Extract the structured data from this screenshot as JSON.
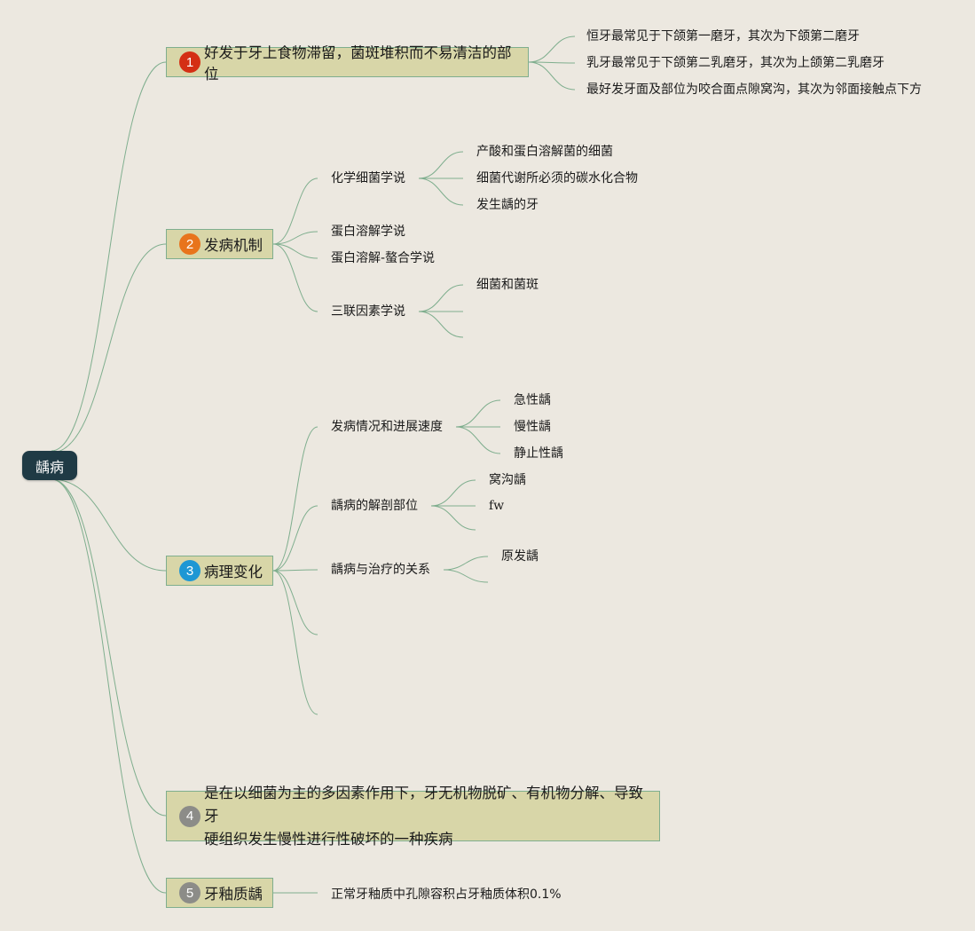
{
  "root": "龋病",
  "colors": {
    "background": "#ece8e0",
    "root_fill": "#1f3a45",
    "topic_fill": "#d8d6a8",
    "topic_border": "#7fae8e",
    "line": "#7fae8e"
  },
  "topics": [
    {
      "number": "1",
      "badge_color": "#d42f14",
      "label": "好发于牙上食物滞留，菌斑堆积而不易清洁的部位",
      "children": [
        "恒牙最常见于下颌第一磨牙，其次为下颌第二磨牙",
        "乳牙最常见于下颌第二乳磨牙，其次为上颌第二乳磨牙",
        "最好发牙面及部位为咬合面点隙窝沟，其次为邻面接触点下方"
      ]
    },
    {
      "number": "2",
      "badge_color": "#e8741c",
      "label": "发病机制",
      "children": [
        {
          "label": "化学细菌学说",
          "children": [
            "产酸和蛋白溶解菌的细菌",
            "细菌代谢所必须的碳水化合物",
            "发生龋的牙"
          ]
        },
        {
          "label": "蛋白溶解学说",
          "children": []
        },
        {
          "label": "蛋白溶解-螯合学说",
          "children": []
        },
        {
          "label": "三联因素学说",
          "children": [
            "细菌和菌斑",
            "",
            ""
          ]
        }
      ]
    },
    {
      "number": "3",
      "badge_color": "#1e97d4",
      "label": "病理变化",
      "children": [
        {
          "label": "发病情况和进展速度",
          "children": [
            "急性龋",
            "慢性龋",
            "静止性龋"
          ]
        },
        {
          "label": "龋病的解剖部位",
          "children": [
            "窝沟龋",
            "fw",
            ""
          ]
        },
        {
          "label": "龋病与治疗的关系",
          "children": [
            "原发龋",
            ""
          ]
        },
        {
          "label": "",
          "children": []
        },
        {
          "label": "",
          "children": []
        }
      ]
    },
    {
      "number": "4",
      "badge_color": "#8c8c88",
      "label_line1": "是在以细菌为主的多因素作用下，牙无机物脱矿、有机物分解、导致牙",
      "label_line2": "硬组织发生慢性进行性破坏的一种疾病",
      "children": []
    },
    {
      "number": "5",
      "badge_color": "#8c8c88",
      "label": "牙釉质龋",
      "children": [
        "正常牙釉质中孔隙容积占牙釉质体积0.1%"
      ]
    }
  ]
}
